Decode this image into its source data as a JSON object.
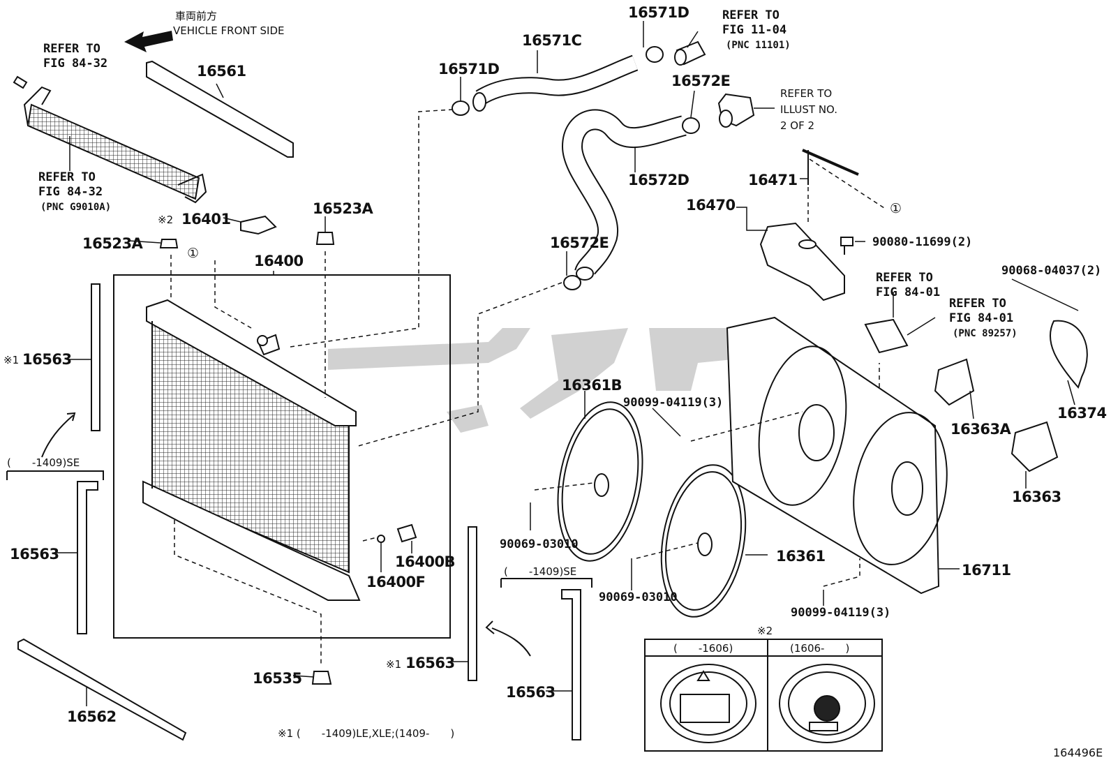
{
  "diagram_code": "164496E",
  "direction": {
    "jp": "車両前方",
    "en": "VEHICLE FRONT SIDE"
  },
  "watermark_glyphs": "ﭼﻮﭘﻚ",
  "callouts": {
    "p16561": "16561",
    "p16571C": "16571C",
    "p16571D_top": "16571D",
    "p16571D_left": "16571D",
    "p16572E_top": "16572E",
    "p16572E_mid": "16572E",
    "p16572D": "16572D",
    "p16471": "16471",
    "p16470": "16470",
    "p16401": "16401",
    "p16401_mark": "※2",
    "p16523A_left": "16523A",
    "p16523A_right": "16523A",
    "p16400": "16400",
    "p16563_a": "16563",
    "p16563_a_mark": "※1",
    "p16563_b": "16563",
    "p16563_c": "16563",
    "p16563_c_mark": "※1",
    "p16563_d": "16563",
    "p16562": "16562",
    "p16535": "16535",
    "p16400B": "16400B",
    "p16400F": "16400F",
    "p16361B": "16361B",
    "p16361": "16361",
    "p16711": "16711",
    "p16363A": "16363A",
    "p16363": "16363",
    "p16374": "16374",
    "b90080": "90080-11699(2)",
    "b90068": "90068-04037(2)",
    "b90099_top": "90099-04119(3)",
    "b90099_bot": "90099-04119(3)",
    "n90069_left": "90069-03010",
    "n90069_mid": "90069-03010"
  },
  "refers": {
    "r84_32_top_1": "REFER TO",
    "r84_32_top_2": "FIG 84-32",
    "r84_32_bot_1": "REFER TO",
    "r84_32_bot_2": "FIG 84-32",
    "r84_32_bot_3": "(PNC G9010A)",
    "r11_04_1": "REFER TO",
    "r11_04_2": "FIG 11-04",
    "r11_04_3": "(PNC 11101)",
    "rillust_1": "REFER TO",
    "rillust_2": "ILLUST NO.",
    "rillust_3": "2 OF 2",
    "r84_01a_1": "REFER TO",
    "r84_01a_2": "FIG 84-01",
    "r84_01b_1": "REFER TO",
    "r84_01b_2": "FIG 84-01",
    "r84_01b_3": "(PNC 89257)"
  },
  "notes": {
    "se_left": "(　　-1409)SE",
    "se_right": "(　　-1409)SE",
    "footnote1": "※1 (　　-1409)LE,XLE;(1409-　　)",
    "cap_mark": "※2",
    "cap_col1": "(　　-1606)",
    "cap_col2": "(1606-　　)",
    "circle1_a": "①",
    "circle1_b": "①"
  }
}
